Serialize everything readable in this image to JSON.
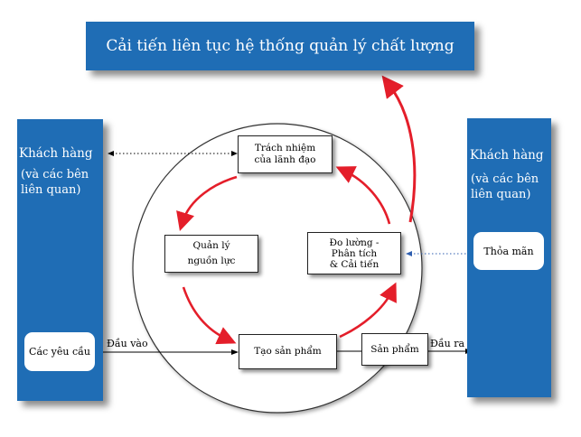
{
  "title": "Cải tiến liên tục hệ thống quản lý chất lượng",
  "left_panel": {
    "title": "Khách hàng",
    "subtitle_line1": "(và các bên",
    "subtitle_line2": "liên quan)",
    "requirements": "Các yêu cầu"
  },
  "right_panel": {
    "title": "Khách hàng",
    "subtitle_line1": "(và các bên",
    "subtitle_line2": "liên quan)",
    "satisfaction": "Thỏa mãn"
  },
  "cycle": {
    "leadership_line1": "Trách nhiệm",
    "leadership_line2": "của lãnh đạo",
    "resources_line1": "Quản lý",
    "resources_line2": "nguồn lực",
    "realization": "Tạo sản phẩm",
    "measurement_line1": "Đo lường -",
    "measurement_line2": "Phân tích",
    "measurement_line3": "& Cải tiến"
  },
  "product": "Sản phẩm",
  "input_label": "Đầu vào",
  "output_label": "Đầu ra",
  "colors": {
    "panel_blue": "#1f6db5",
    "arrow_red": "#e41e2a",
    "dotted_blue": "#2f5fb0"
  }
}
